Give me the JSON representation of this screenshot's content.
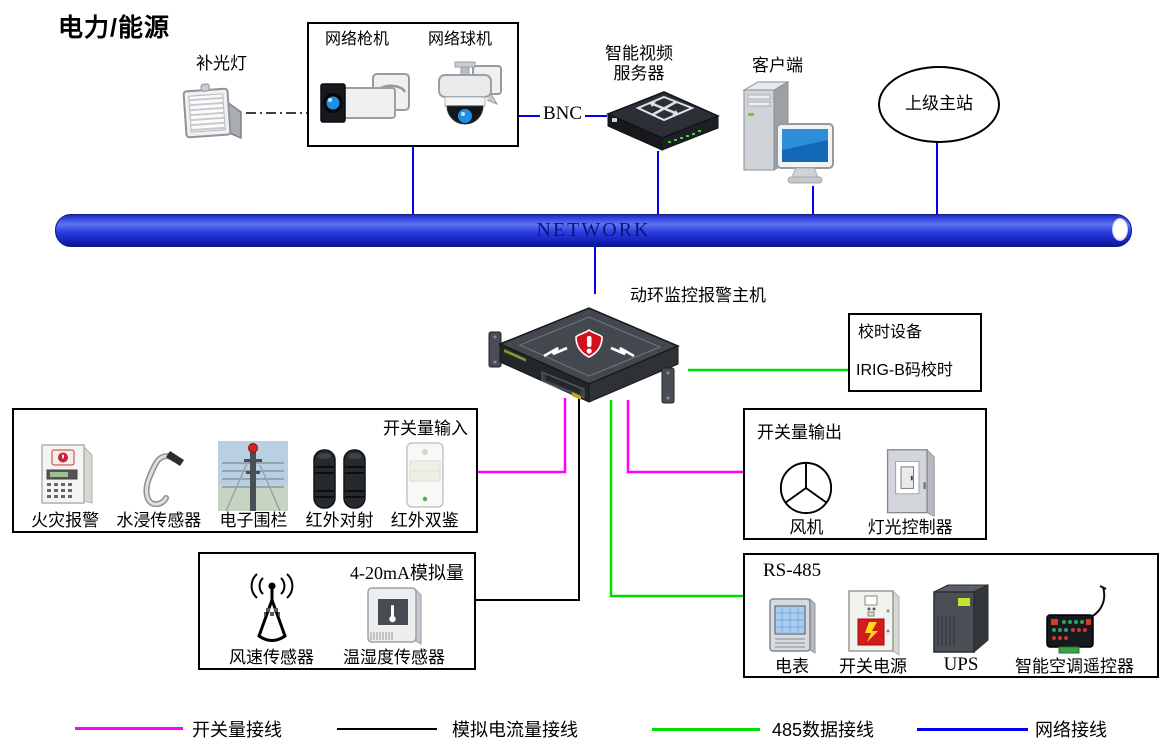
{
  "title": "电力/能源",
  "top": {
    "fill_light_label": "补光灯",
    "camera_box": {
      "bullet_label": "网络枪机",
      "dome_label": "网络球机"
    },
    "bnc_label": "BNC",
    "video_server_label_line1": "智能视频",
    "video_server_label_line2": "服务器",
    "client_label": "客户端",
    "upper_station_label": "上级主站"
  },
  "network_bar": {
    "label": "NETWORK"
  },
  "host": {
    "label": "动环监控报警主机"
  },
  "timing_box": {
    "title": "校时设备",
    "subtitle": "IRIG-B码校时"
  },
  "di_box": {
    "title": "开关量输入",
    "items": [
      "火灾报警",
      "水浸传感器",
      "电子围栏",
      "红外对射",
      "红外双鉴"
    ]
  },
  "do_box": {
    "title": "开关量输出",
    "items": [
      "风机",
      "灯光控制器"
    ]
  },
  "analog_box": {
    "title": "4-20mA模拟量",
    "items": [
      "风速传感器",
      "温湿度传感器"
    ]
  },
  "rs485_box": {
    "title": "RS-485",
    "items": [
      "电表",
      "开关电源",
      "UPS",
      "智能空调遥控器"
    ]
  },
  "legend": [
    {
      "label": "开关量接线",
      "color": "#ff00ff"
    },
    {
      "label": "模拟电流量接线",
      "color": "#000000"
    },
    {
      "label": "485数据接线",
      "color": "#00dd00"
    },
    {
      "label": "网络接线",
      "color": "#0000ee"
    }
  ],
  "colors": {
    "switch_wire": "#ff00ff",
    "analog_wire": "#000000",
    "rs485_wire": "#00dd00",
    "network_wire": "#0000ee",
    "network_bar": "#2a3de0",
    "host_shield": "#d40f1e"
  }
}
